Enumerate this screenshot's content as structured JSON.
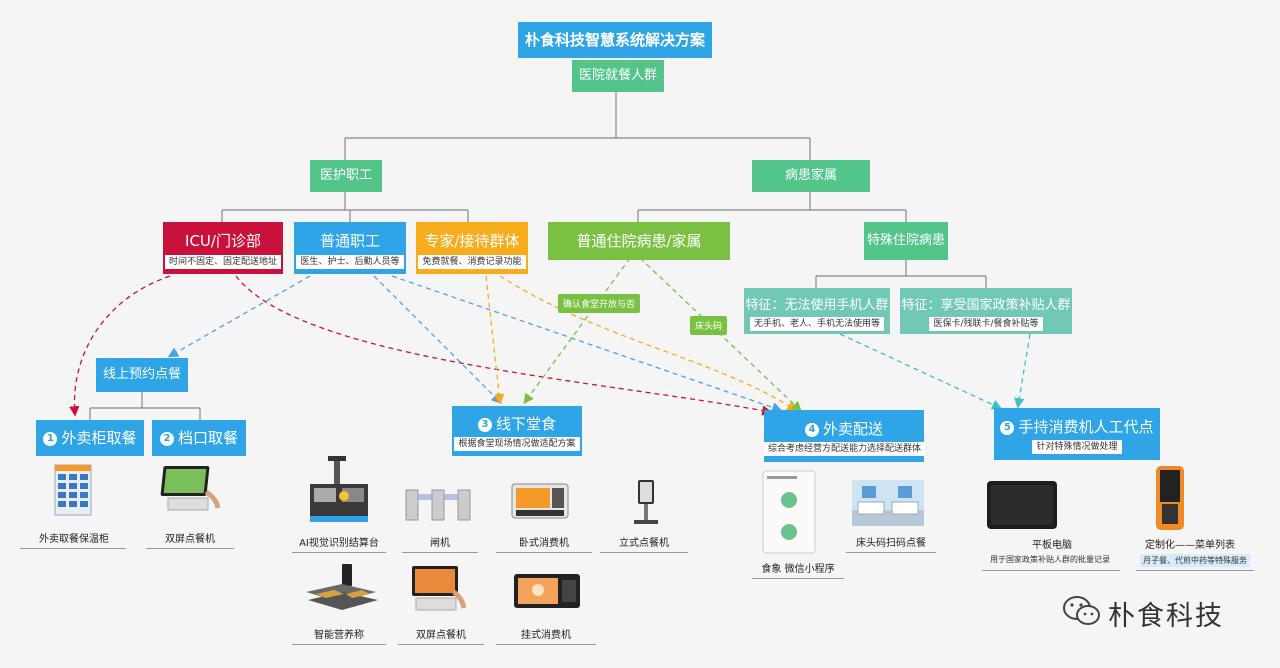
{
  "root": "朴食科技智慧系统解决方案",
  "audience": "医院就餐人群",
  "group_staff": "医护职工",
  "group_patients": "病患家属",
  "icu": {
    "title": "ICU/门诊部",
    "sub": "时间不固定、固定配送地址"
  },
  "regular_staff": {
    "title": "普通职工",
    "sub": "医生、护士、后勤人员等"
  },
  "experts": {
    "title": "专家/接待群体",
    "sub": "免费就餐、消费记录功能"
  },
  "inpatients": {
    "title": "普通住院病患/家属"
  },
  "special_inpatients": {
    "title": "特殊住院病患"
  },
  "feature1": {
    "title": "特征：无法使用手机人群",
    "sub": "无手机、老人、手机无法使用等"
  },
  "feature2": {
    "title": "特征：享受国家政策补贴人群",
    "sub": "医保卡/残联卡/餐食补贴等"
  },
  "tag_open": "确认食堂开放与否",
  "tag_bedside": "床头码",
  "online_order": "线上预约点餐",
  "opt1": {
    "num": "1",
    "title": "外卖柜取餐"
  },
  "opt2": {
    "num": "2",
    "title": "档口取餐"
  },
  "opt3": {
    "num": "3",
    "title": "线下堂食",
    "sub": "根据食堂现场情况做适配方案"
  },
  "opt4": {
    "num": "4",
    "title": "外卖配送",
    "sub": "综合考虑经营方配送能力选择配送群体"
  },
  "opt5": {
    "num": "5",
    "title": "手持消费机人工代点",
    "sub": "针对特殊情况做处理"
  },
  "devices": {
    "locker": "外卖取餐保温柜",
    "dual_screen_1": "双屏点餐机",
    "ai_checkout": "AI视觉识别结算台",
    "gate": "闸机",
    "desktop_pos": "卧式消费机",
    "standing_kiosk": "立式点餐机",
    "nutrition_scale": "智能营养称",
    "dual_screen_2": "双屏点餐机",
    "wall_pos": "挂式消费机",
    "wechat_mini": "食象 微信小程序",
    "bedside_scan": "床头码扫码点餐",
    "tablet": "平板电脑",
    "tablet_note": "用于国家政策补贴人群的批量记录",
    "custom_menu": "定制化——菜单列表",
    "custom_note": "月子餐、代煎中药等特殊服务"
  },
  "brand": "朴食科技",
  "colors": {
    "blue": "#2fa4e7",
    "green": "#53c48a",
    "red": "#c9123b",
    "orange": "#f7ac1c",
    "lime": "#7ac143",
    "teal": "#70c8b5"
  }
}
